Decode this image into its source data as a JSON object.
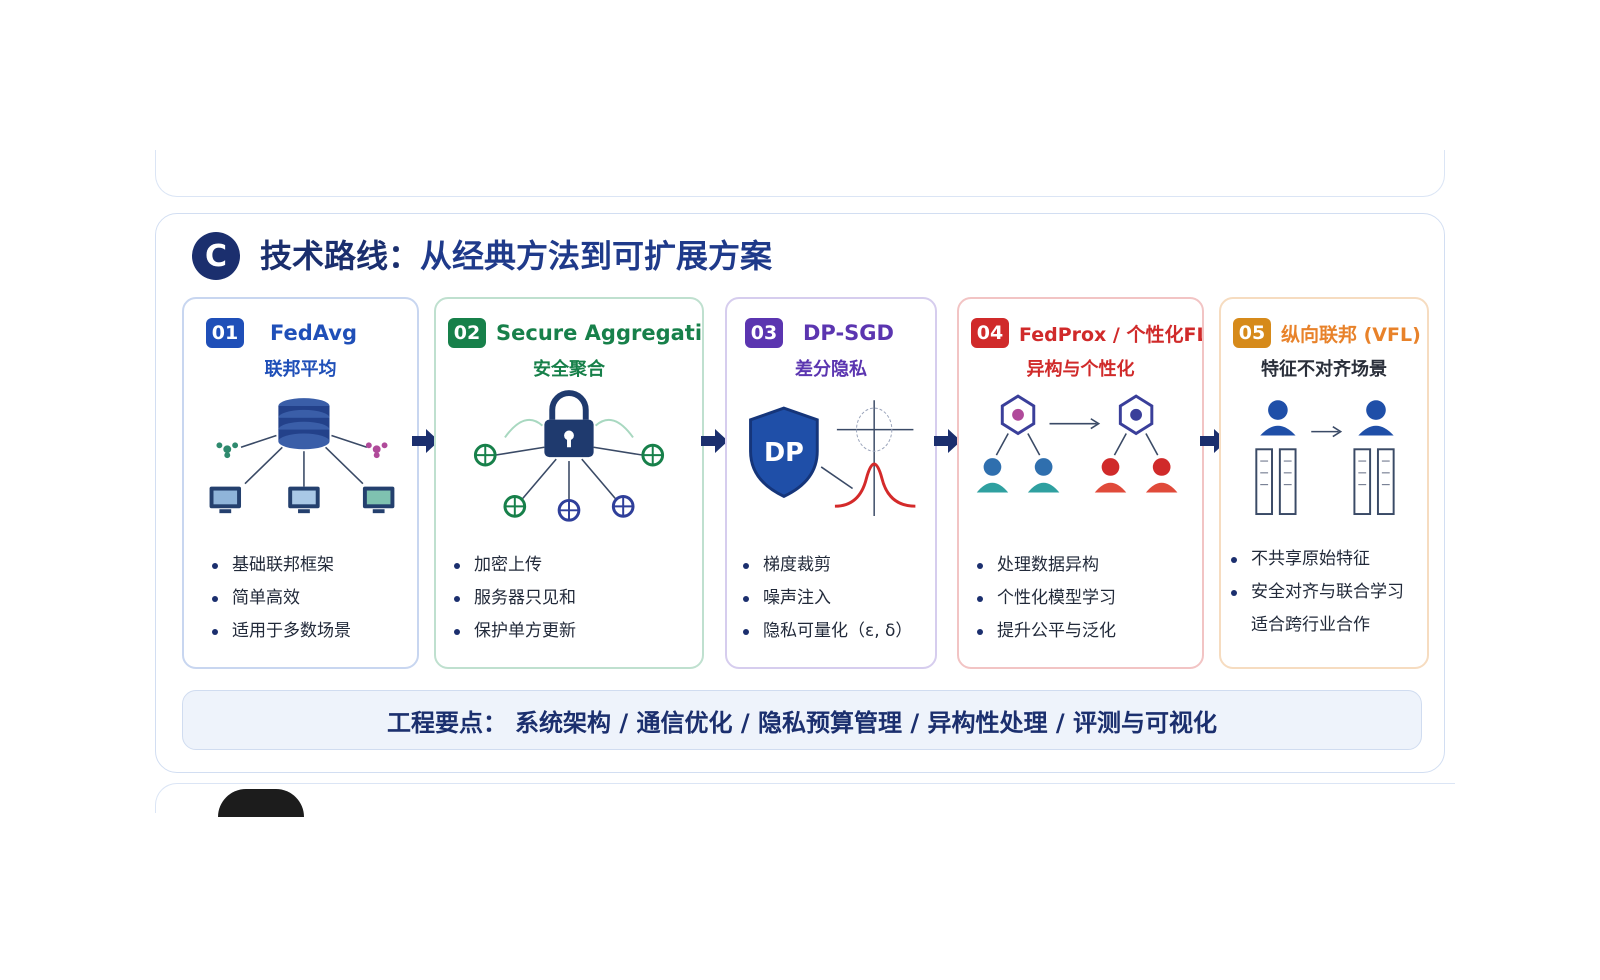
{
  "section": {
    "letter": "C",
    "title": "技术路线：",
    "subtitle": "从经典方法到可扩展方案"
  },
  "cards": [
    {
      "num": "01",
      "name": "FedAvg",
      "subtitle": "联邦平均",
      "color": "#1f4fb8",
      "items": [
        "基础联邦框架",
        "简单高效",
        "适用于多数场景"
      ]
    },
    {
      "num": "02",
      "name": "Secure Aggregation",
      "subtitle": "安全聚合",
      "color": "#17804a",
      "items": [
        "加密上传",
        "服务器只见和",
        "保护单方更新"
      ]
    },
    {
      "num": "03",
      "name": "DP-SGD",
      "subtitle": "差分隐私",
      "color": "#5b35b0",
      "items": [
        "梯度裁剪",
        "噪声注入",
        "隐私可量化（ε, δ）"
      ]
    },
    {
      "num": "04",
      "name": "FedProx / 个性化FL",
      "subtitle": "异构与个性化",
      "color": "#d02a2a",
      "items": [
        "处理数据异构",
        "个性化模型学习",
        "提升公平与泛化"
      ]
    },
    {
      "num": "05",
      "name": "纵向联邦 (VFL)",
      "subtitle": "特征不对齐场景",
      "color": "#e8822a",
      "items": [
        "不共享原始特征",
        "安全对齐与联合学习",
        "适合跨行业合作"
      ]
    }
  ],
  "dp_badge": "DP",
  "footer": {
    "label": "工程要点：",
    "points": "系统架构 / 通信优化 / 隐私预算管理 / 异构性处理 / 评测与可视化"
  },
  "colors": {
    "navy": "#1b2f6e",
    "card1_border": "#c8d6f0",
    "card2_border": "#bfe0cf",
    "card3_border": "#d6cdee",
    "card4_border": "#f2c4c4",
    "card5_border": "#f6dcc0"
  }
}
